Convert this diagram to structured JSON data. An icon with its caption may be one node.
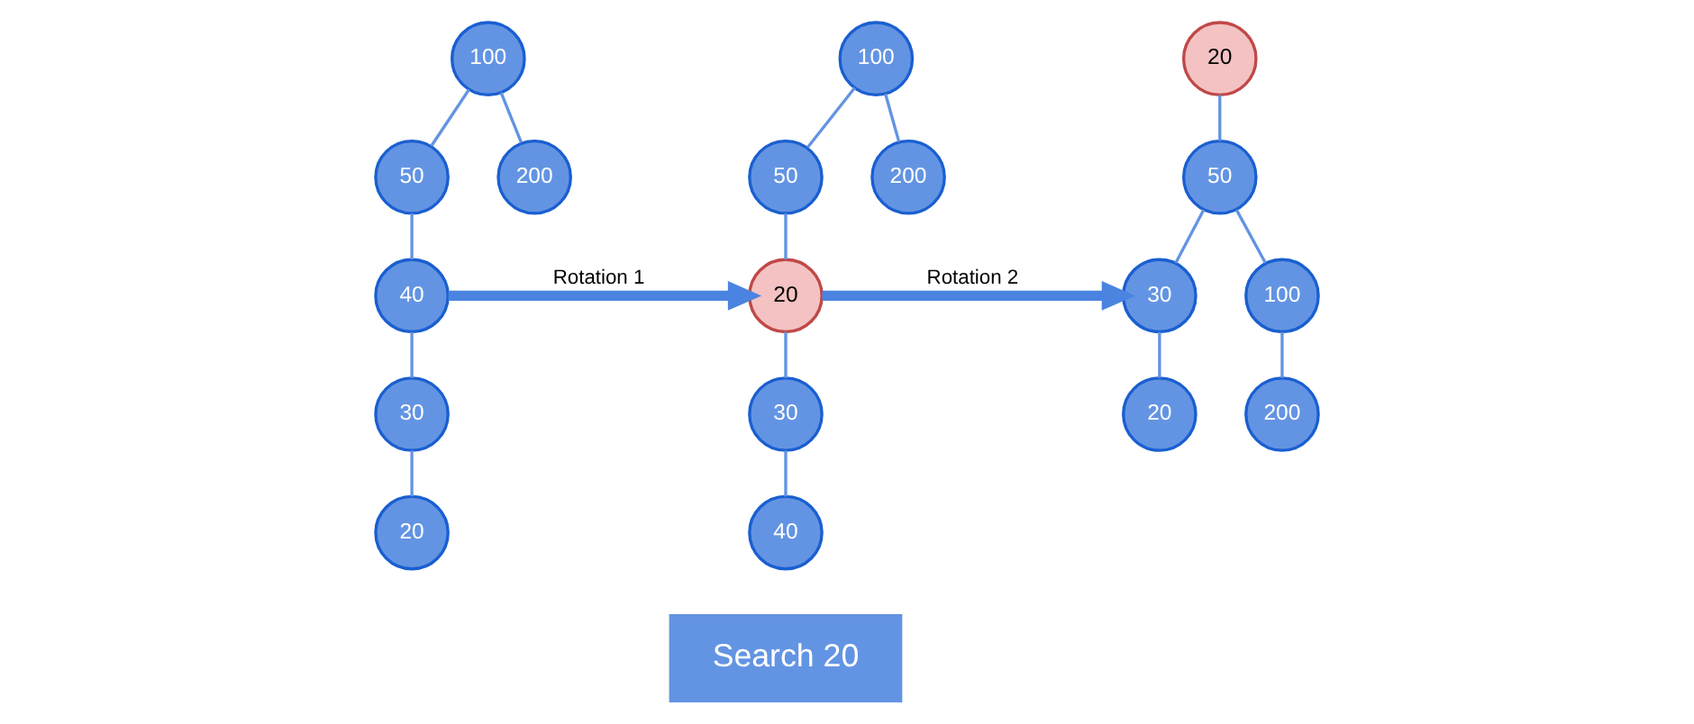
{
  "diagram": {
    "nodes": [
      {
        "text": [
          "100"
        ]
      },
      {
        "text": [
          "50"
        ]
      },
      {
        "text": [
          "200"
        ]
      },
      {
        "text": [
          "40"
        ]
      },
      {
        "text": [
          "30"
        ]
      },
      {
        "text": [
          "20"
        ]
      },
      {
        "text": [
          "100"
        ]
      },
      {
        "text": [
          "50"
        ]
      },
      {
        "text": [
          "200"
        ]
      },
      {
        "text": [
          "20"
        ]
      },
      {
        "text": [
          "30"
        ]
      },
      {
        "text": [
          "40"
        ]
      },
      {
        "text": [
          "20"
        ]
      },
      {
        "text": [
          "50"
        ]
      },
      {
        "text": [
          "30"
        ]
      },
      {
        "text": [
          "100"
        ]
      },
      {
        "text": [
          "20"
        ]
      },
      {
        "text": [
          "200"
        ]
      },
      {
        "text": [
          "Search 20"
        ]
      }
    ],
    "edges": [
      {
        "from": 0,
        "to": 1,
        "arrow": "none"
      },
      {
        "from": 0,
        "to": 2,
        "arrow": "none"
      },
      {
        "from": 1,
        "to": 3,
        "arrow": "none"
      },
      {
        "from": 3,
        "to": 4,
        "arrow": "none"
      },
      {
        "from": 4,
        "to": 5,
        "arrow": "none"
      },
      {
        "from": 6,
        "to": 7,
        "arrow": "none"
      },
      {
        "from": 6,
        "to": 8,
        "arrow": "none"
      },
      {
        "from": 7,
        "to": 9,
        "arrow": "none"
      },
      {
        "from": 9,
        "to": 10,
        "arrow": "none"
      },
      {
        "from": 10,
        "to": 11,
        "arrow": "none"
      },
      {
        "from": 12,
        "to": 13,
        "arrow": "none"
      },
      {
        "from": 13,
        "to": 14,
        "arrow": "none"
      },
      {
        "from": 13,
        "to": 15,
        "arrow": "none"
      },
      {
        "from": 14,
        "to": 16,
        "arrow": "none"
      },
      {
        "from": 15,
        "to": 17,
        "arrow": "none"
      },
      {
        "from": 3,
        "to": 9,
        "arrow": "to",
        "label": "Rotation 1",
        "style": "thick"
      },
      {
        "from": 9,
        "to": 14,
        "arrow": "to",
        "label": "Rotation 2",
        "style": "thick"
      }
    ]
  }
}
